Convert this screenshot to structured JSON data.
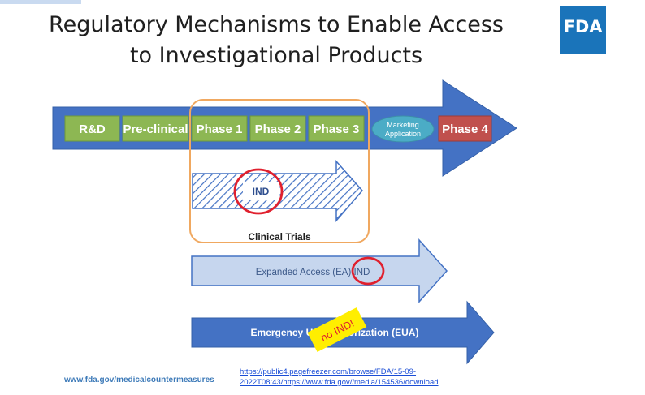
{
  "title_line1": "Regulatory Mechanisms to Enable Access",
  "title_line2": "to Investigational Products",
  "logo_text": "FDA",
  "stages": [
    "R&D",
    "Pre-clinical",
    "Phase 1",
    "Phase 2",
    "Phase 3"
  ],
  "marketing_line1": "Marketing",
  "marketing_line2": "Application",
  "phase4": "Phase 4",
  "ind_label": "IND",
  "clinical_trials": "Clinical Trials",
  "ea_label": "Expanded Access (EA) IND",
  "eua_label": "Emergency Use Authorization (EUA)",
  "sticky_note": "no IND!",
  "footer_url": "www.fda.gov/medicalcountermeasures",
  "source_link": "https://public4.pagefreezer.com/browse/FDA/15-09-2022T08:43/https://www.fda.gov//media/154536/download",
  "colors": {
    "main_arrow": "#4472c4",
    "stage_box": "#8db753",
    "phase4_box": "#c0504d",
    "marketing_oval": "#4bacc6",
    "clinical_frame": "#f0a860",
    "annotation_circle": "#e0202e",
    "sticky_note": "#ffee00"
  }
}
